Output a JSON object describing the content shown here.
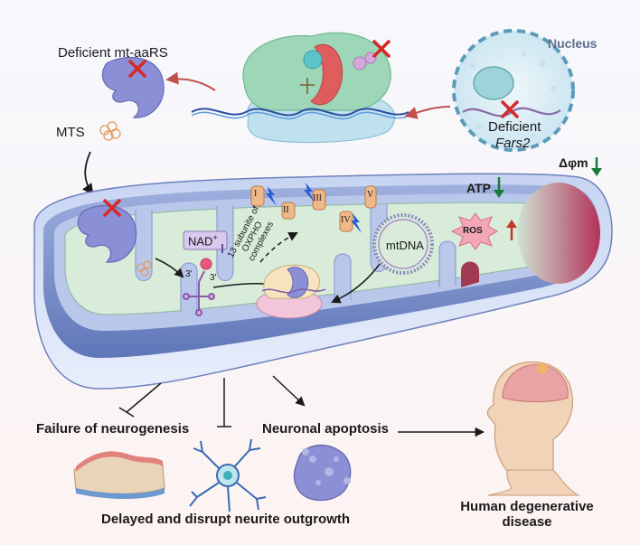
{
  "labels": {
    "deficient_aars": "Deficient mt-aaRS",
    "mts": "MTS",
    "nucleus": "Nucleus",
    "deficient": "Deficient",
    "gene": "Fars2",
    "delta_phi": "Δφm",
    "atp": "ATP",
    "nad": "NAD",
    "nad_sup": "+",
    "mtdna": "mtDNA",
    "ros": "ROS",
    "prime_left": "3'",
    "prime_right": "3'",
    "oxpho_line1": "13 subunite of",
    "oxpho_line2": "OXPHO",
    "oxpho_line3": "complexes",
    "complex_1": "I",
    "complex_2": "II",
    "complex_3": "III",
    "complex_4": "IV",
    "complex_5": "V",
    "failure": "Failure of neurogenesis",
    "apoptosis": "Neuronal apoptosis",
    "neurite": "Delayed and disrupt neurite outgrowth",
    "disease_line1": "Human degenerative",
    "disease_line2": "disease"
  },
  "colors": {
    "outer_membrane": "#7f93c6",
    "matrix": "#d8ecd9",
    "intermembrane": "#b9c7ea",
    "deficient_mark": "#d62828",
    "arrow_red": "#c0504d",
    "arrow_down_green": "#1a7a3a",
    "arrow_up_red": "#c0392b",
    "ros_fill": "#f3a7b6",
    "nad_box": "#d9c9ee"
  }
}
